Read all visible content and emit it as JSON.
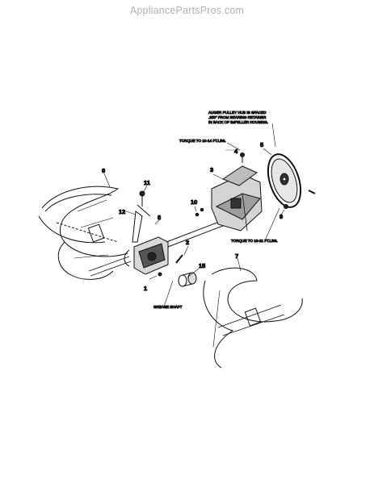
{
  "watermark": "AppliancePartsPros.com",
  "notes": {
    "pulley_hub": [
      "AUGER PULLEY HUB IS SPACED",
      ".250\" FROM BEARING RETAINER",
      "IN BACK OF IMPELLER HOUSING."
    ],
    "torque_top": "TORQUE TO 10-14 FT.LBS.",
    "torque_bottom": "TORQUE TO 16-21 FT.LBS.",
    "grease": "GREASE SHAFT"
  },
  "callouts": [
    "1",
    "2",
    "3",
    "4",
    "5",
    "6",
    "7",
    "8",
    "9",
    "10",
    "11",
    "12",
    "15"
  ]
}
